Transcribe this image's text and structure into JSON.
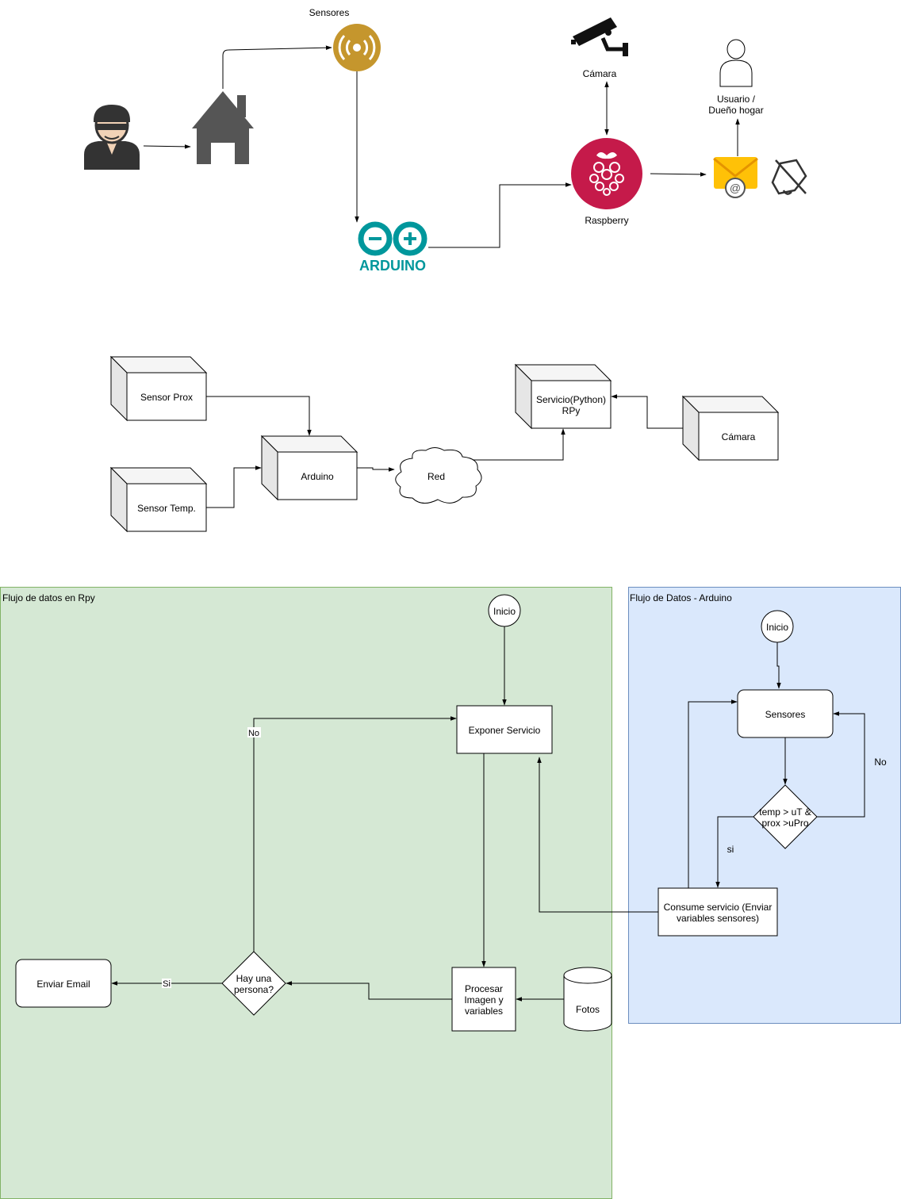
{
  "architecture": {
    "sensors_label": "Sensores",
    "camera_label": "Cámara",
    "user_label_line1": "Usuario /",
    "user_label_line2": "Dueño hogar",
    "raspberry_label": "Raspberry",
    "arduino_logo_text": "ARDUINO"
  },
  "components": {
    "sensor_prox": "Sensor Prox",
    "sensor_temp": "Sensor Temp.",
    "arduino": "Arduino",
    "network": "Red",
    "service_line1": "Servicio(Python)",
    "service_line2": "RPy",
    "camera": "Cámara"
  },
  "rpy_flow": {
    "title": "Flujo de datos en Rpy",
    "start": "Inicio",
    "expose_service": "Exponer Servicio",
    "process_line1": "Procesar",
    "process_line2": "Imagen y",
    "process_line3": "variables",
    "photos": "Fotos",
    "decision_line1": "Hay una",
    "decision_line2": "persona?",
    "yes_label": "Si",
    "no_label": "No",
    "send_email": "Enviar Email"
  },
  "arduino_flow": {
    "title": "Flujo de Datos - Arduino",
    "start": "Inicio",
    "sensors": "Sensores",
    "decision_line1": "temp > uT &",
    "decision_line2": "prox >uPro",
    "yes_label": "si",
    "no_label": "No",
    "consume_line1": "Consume servicio (Enviar",
    "consume_line2": "variables sensores)"
  },
  "colors": {
    "rpy_panel_fill": "#d5e8d4",
    "rpy_panel_stroke": "#82b366",
    "arduino_panel_fill": "#dae8fc",
    "arduino_panel_stroke": "#6c8ebf",
    "sensor_icon": "#c5962d",
    "raspberry_red": "#c51a4a",
    "arduino_teal": "#00979c",
    "house_gray": "#555555"
  }
}
